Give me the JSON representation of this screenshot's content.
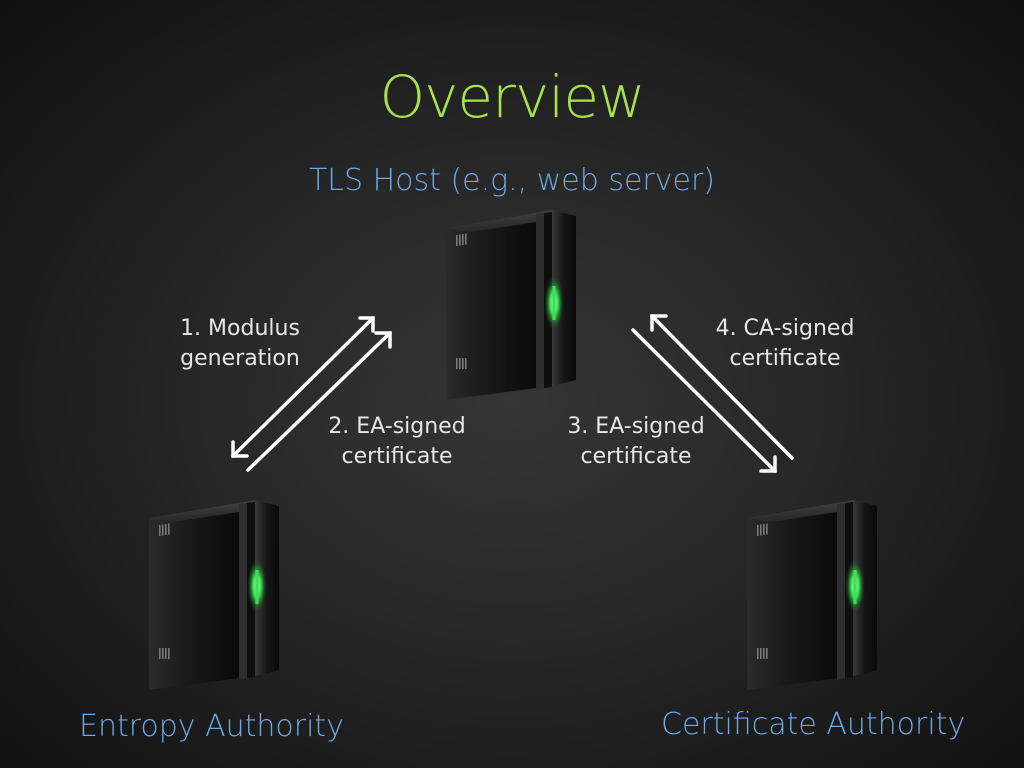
{
  "slide": {
    "title": "Overview"
  },
  "nodes": {
    "tls_host": "TLS Host (e.g., web server)",
    "entropy_authority": "Entropy Authority",
    "certificate_authority": "Certificate Authority"
  },
  "steps": {
    "step1_line1": "1. Modulus",
    "step1_line2": "generation",
    "step2_line1": "2. EA-signed",
    "step2_line2": "certificate",
    "step3_line1": "3. EA-signed",
    "step3_line2": "certificate",
    "step4_line1": "4. CA-signed",
    "step4_line2": "certificate"
  },
  "colors": {
    "title": "#a7e24e",
    "node_label": "#6ea9e4",
    "step_text": "#e6e6e6",
    "arrow": "#ffffff",
    "server_led": "#3ee055",
    "background": "#2a2a2a"
  },
  "icons": {
    "server": "server-tower-icon"
  }
}
